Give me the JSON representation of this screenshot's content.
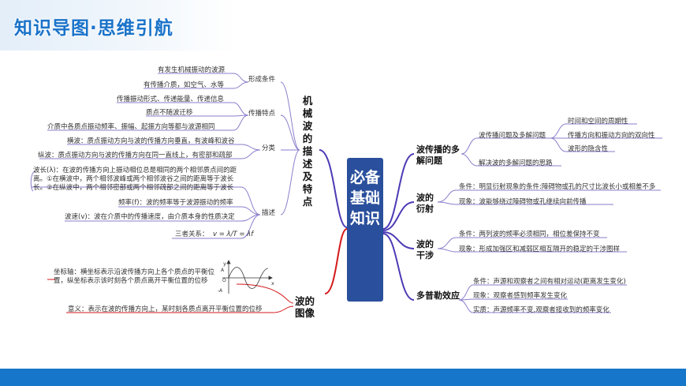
{
  "title": "知识导图·思维引航",
  "center": "必备基础知识",
  "left": {
    "mech": {
      "title": "机械波的描述及特点",
      "conditions": {
        "label": "形成条件",
        "items": [
          "有发生机械振动的波源",
          "有传播介质，如空气、水等"
        ]
      },
      "features": {
        "label": "传播特点",
        "items": [
          "传播振动形式、传递能量、传递信息",
          "质点不随波迁移",
          "介质中各质点振动频率、振幅、起振方向等都与波源相同"
        ]
      },
      "classify": {
        "label": "分类",
        "items": [
          "横波：质点振动方向与波的传播方向垂直，有波峰和波谷",
          "纵波：质点振动方向与波的传播方向在同一直线上，有密部和疏部"
        ]
      },
      "describe": {
        "label": "描述",
        "wavelength": [
          "波长(λ)：在波的传播方向上振动相位总是相同的两个相邻质点间的距",
          "离。①在横波中，两个相邻波峰或两个相邻波谷之间的距离等于波长",
          "长。②在纵波中，两个相邻密部或两个相邻疏部之间的距离等于波长"
        ],
        "frequency": "频率(f)：波的频率等于波源振动的频率",
        "speed": "波速(v)：波在介质中的传播速度，由介质本身的性质决定",
        "relation_label": "三者关系：",
        "relation_formula": "v = λ/T = λf"
      }
    },
    "graph": {
      "title": "波的图像",
      "axis_desc": [
        "坐标轴：横坐标表示沿波传播方向上各个质点的平衡位",
        "置，纵坐标表示该时刻各个质点离开平衡位置的位移"
      ],
      "meaning": "意义：表示在波的传播方向上，某时刻各质点离开平衡位置的位移",
      "axis_y": "y",
      "axis_x": "x",
      "axis_a_pos": "A",
      "axis_a_neg": "-A",
      "axis_o": "O"
    }
  },
  "right": {
    "multi": {
      "title": "波传播的多解问题",
      "sub1": "波传播问题及多解问题",
      "sub1_items": [
        "时间和空间的周期性",
        "传播方向和振动方向的双向性",
        "波形的隐含性"
      ],
      "sub2": "解决波的多解问题的思路"
    },
    "diffraction": {
      "title": "波的衍射",
      "condition": "条件：明显衍射现象的条件:障碍物或孔的尺寸比波长小或相差不多",
      "phenomenon": "现象：波能够绕过障碍物或孔继续向前传播"
    },
    "interference": {
      "title": "波的干涉",
      "condition": "条件：两列波的频率必须相同，相位差保持不变",
      "phenomenon": "现象：形成加强区和减弱区相互隔开的稳定的干涉图样"
    },
    "doppler": {
      "title": "多普勒效应",
      "condition": "条件：声源和观察者之间有相对运动(距离发生变化)",
      "phenomenon": "现象：观察者感到频率发生变化",
      "essence": "实质：声源频率不变,观察者接收到的频率变化"
    }
  },
  "colors": {
    "brand_blue": "#1676c9",
    "center_box": "#2a4f9c",
    "branch_purple": "#4b3ab5",
    "branch_red": "#d4191c",
    "line_gray": "#8a7fcc"
  }
}
